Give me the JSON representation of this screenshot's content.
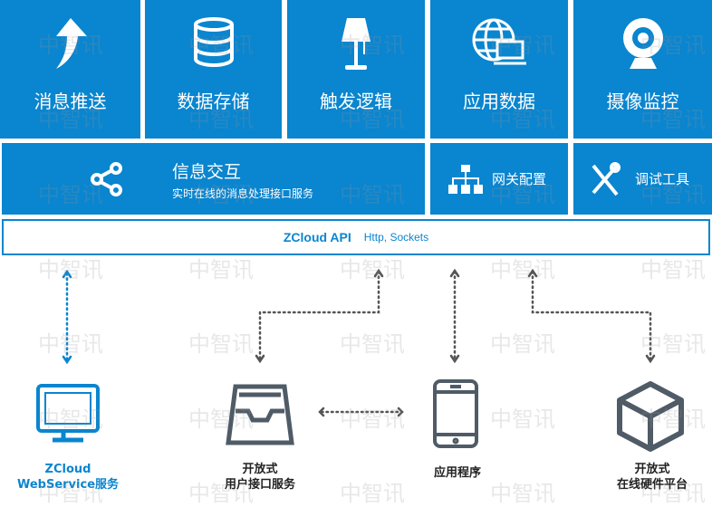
{
  "modules": [
    {
      "label": "消息推送",
      "icon": "arrow-up-icon"
    },
    {
      "label": "数据存储",
      "icon": "database-icon"
    },
    {
      "label": "触发逻辑",
      "icon": "lamp-icon"
    },
    {
      "label": "应用数据",
      "icon": "globe-computer-icon"
    },
    {
      "label": "摄像监控",
      "icon": "webcam-icon"
    }
  ],
  "interaction": {
    "title": "信息交互",
    "subtitle": "实时在线的消息处理接口服务"
  },
  "gateway": {
    "label": "网关配置"
  },
  "debug": {
    "label": "调试工具"
  },
  "api": {
    "title": "ZCloud API",
    "protocols": "Http, Sockets"
  },
  "clients": [
    {
      "line1": "ZCloud",
      "line2": "WebService服务"
    },
    {
      "line1": "开放式",
      "line2": "用户接口服务"
    },
    {
      "line1": "应用程序"
    },
    {
      "line1": "开放式",
      "line2": "在线硬件平台"
    }
  ],
  "watermark": "中智讯",
  "colors": {
    "primary": "#0a85cf",
    "icon_gray": "#4f5b66"
  }
}
